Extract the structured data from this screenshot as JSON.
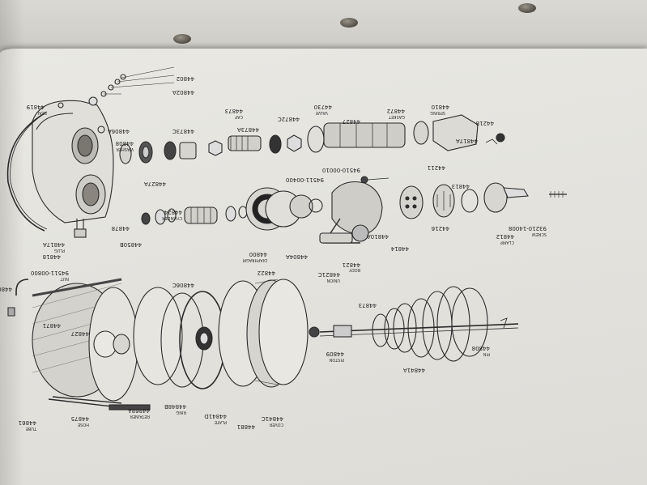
{
  "parts": {
    "p44819": "44819",
    "p44802": "44802",
    "p44802A": "44802A",
    "p44806A": "44806A",
    "p44808": "44808",
    "p44827A": "44827A",
    "p44873": "44873",
    "p44873A": "44873A",
    "p44873C": "44873C",
    "p44730": "44730",
    "p44872C": "44872C",
    "p44827": "44827",
    "p44872": "44872",
    "p44810": "44810",
    "p44218": "44218",
    "p44817A": "44817A",
    "p44817A_left": "44817A",
    "p44818": "44818",
    "p44878": "44878",
    "p44850B": "44850B",
    "p44824": "44824",
    "p44804": "44804",
    "p44800": "44800",
    "p44804A": "44804A",
    "p44822": "44822",
    "p44821": "44821",
    "p44821C": "44821C",
    "p44810A": "44810A",
    "p44814": "44814",
    "p44216": "44216",
    "p44812": "44812",
    "p44211": "44211",
    "p44813": "44813",
    "p94511_00400": "94511-00400",
    "p94510_00010": "94510-00010",
    "p94511_00800": "94511-00800",
    "p93210_14008": "93210-14008",
    "p44806C": "44806C",
    "p44871": "44871",
    "p44875": "44875",
    "p44861": "44861",
    "p44868A": "44868A",
    "p44848B": "44848B",
    "p44841D": "44841D",
    "p44841C": "44841C",
    "p44881": "44881",
    "p44809": "44809",
    "p44841A": "44841A",
    "p44808_right": "44808",
    "p44873_lower": "44873",
    "p44827_lower": "44827"
  },
  "captions": {
    "plug": "PLUG",
    "seal": "SEAL",
    "body": "BODY",
    "valve": "VALVE",
    "spring": "SPRING",
    "gasket": "GASKET",
    "plate": "PLATE",
    "cover": "COVER",
    "nut": "NUT",
    "washer": "WASHER",
    "cylinder": "CYLINDER",
    "diaphragm": "DIAPHRAGM",
    "piston": "PISTON",
    "retainer": "RETAINER",
    "ring": "RING",
    "tube": "TUBE",
    "hose": "HOSE",
    "union": "UNION",
    "cap": "CAP",
    "pin": "PIN",
    "screw": "SCREW",
    "clamp": "CLAMP"
  },
  "ink_color": "#2a2a2a",
  "paper_color": "#e6e5e0"
}
